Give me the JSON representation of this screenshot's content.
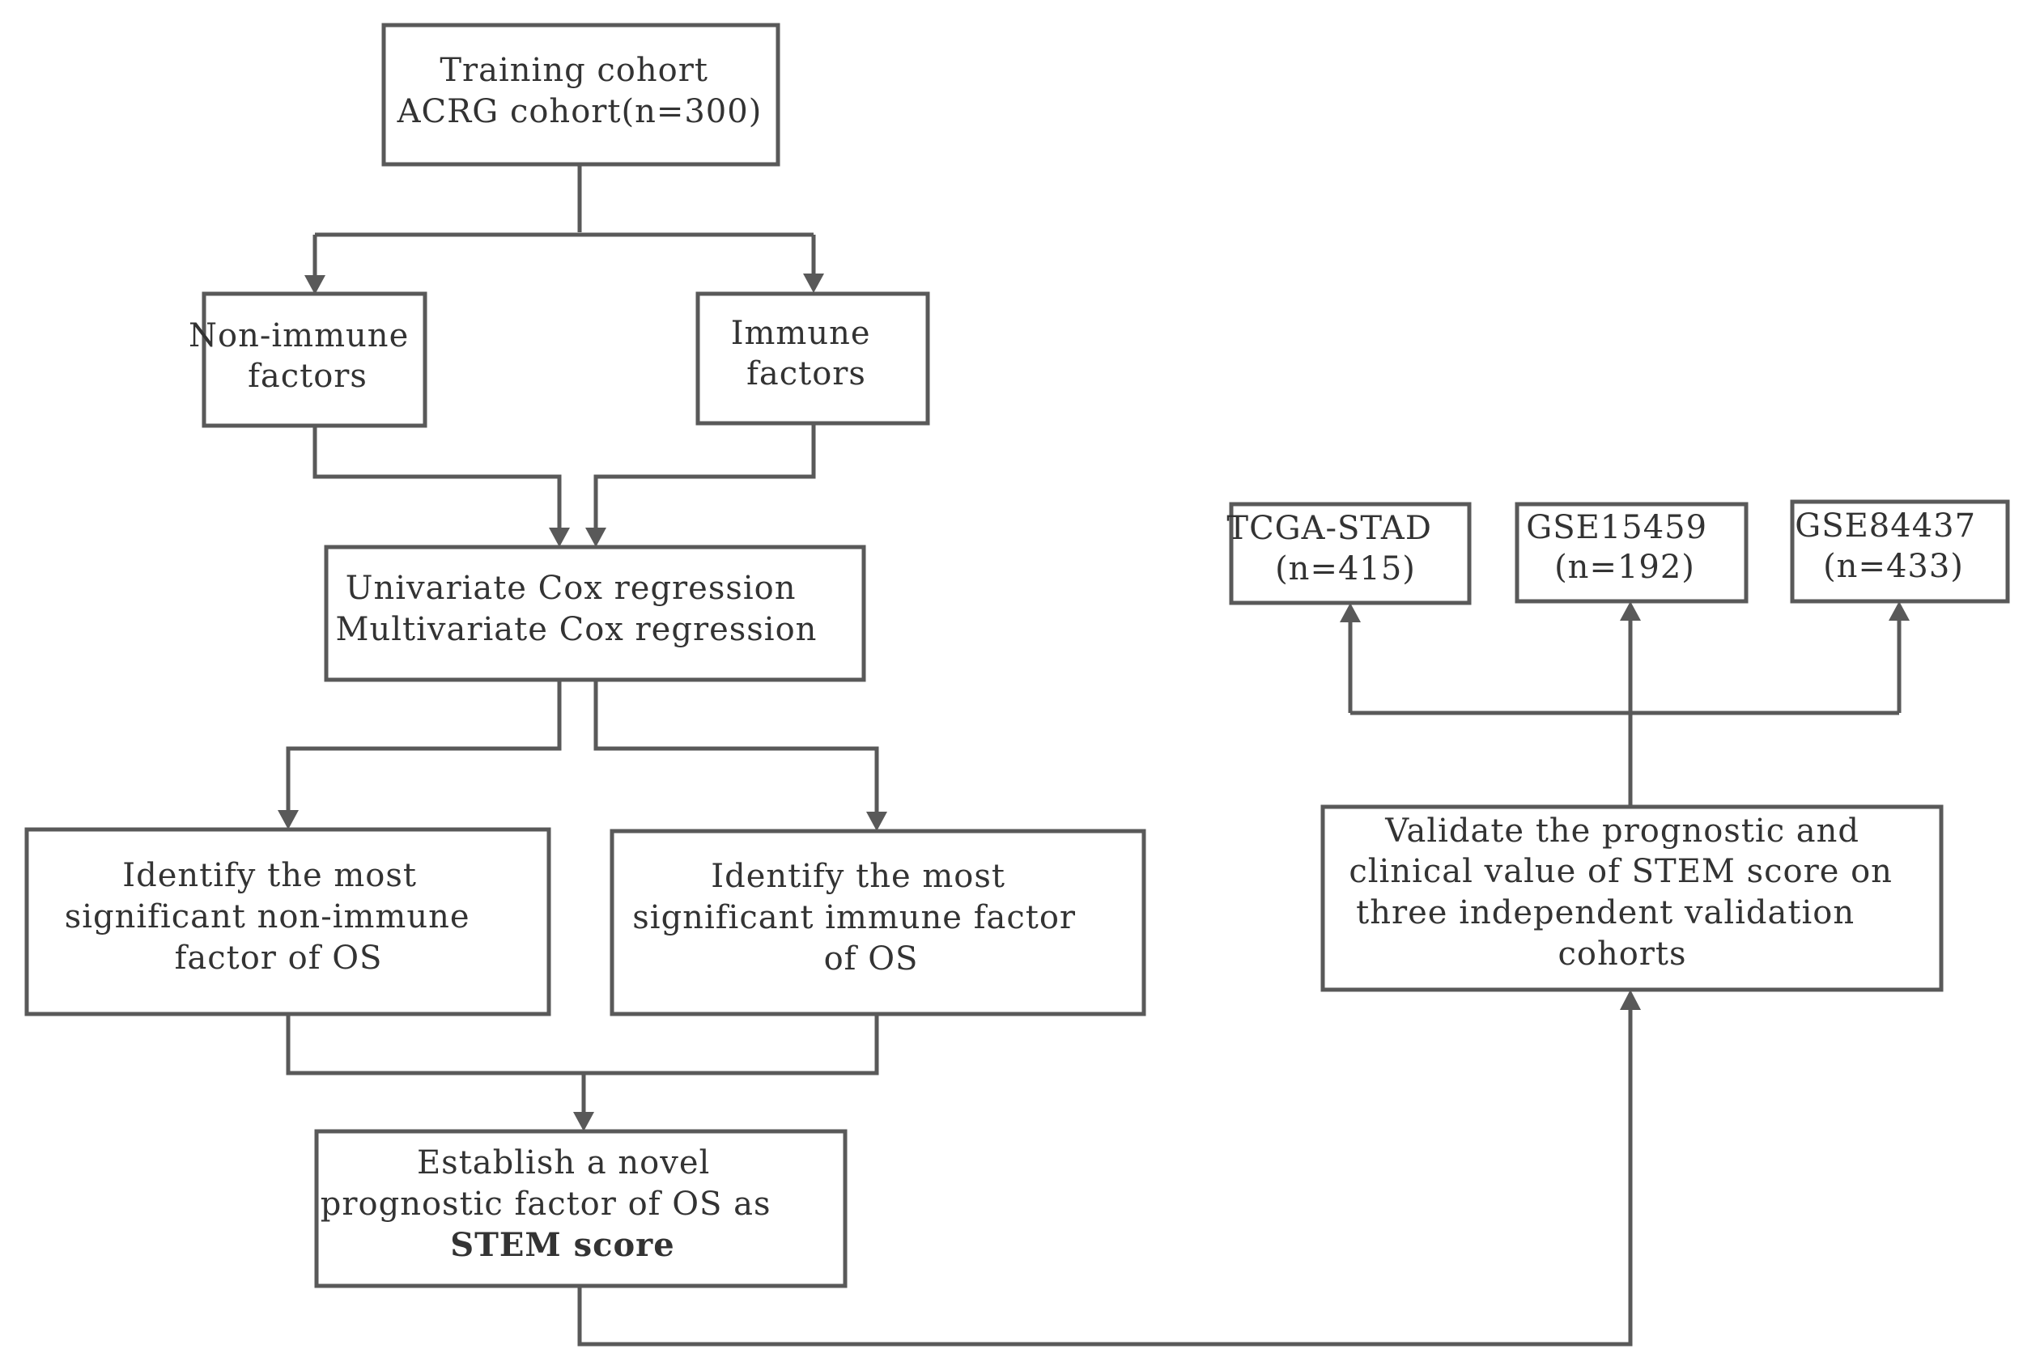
{
  "nodes": {
    "training": {
      "lines": [
        "Training cohort",
        "ACRG cohort(n=300)"
      ]
    },
    "non_immune": {
      "lines": [
        "Non-immune",
        "factors"
      ]
    },
    "immune": {
      "lines": [
        "Immune",
        "factors"
      ]
    },
    "cox": {
      "lines": [
        "Univariate Cox regression",
        "Multivariate Cox regression"
      ]
    },
    "sig_non_immune": {
      "lines": [
        "Identify the most",
        "significant non-immune",
        "factor of OS"
      ]
    },
    "sig_immune": {
      "lines": [
        "Identify the most",
        "significant immune factor",
        "of OS"
      ]
    },
    "establish": {
      "lines": [
        "Establish a novel",
        "prognostic factor of OS as",
        "STEM score"
      ]
    },
    "validate": {
      "lines": [
        "Validate the prognostic and",
        "clinical value of STEM score on",
        "three independent validation",
        "cohorts"
      ]
    },
    "tcga": {
      "lines": [
        "TCGA-STAD",
        "(n=415)"
      ]
    },
    "gse15459": {
      "lines": [
        "GSE15459",
        "(n=192)"
      ]
    },
    "gse84437": {
      "lines": [
        "GSE84437",
        "(n=433)"
      ]
    }
  }
}
